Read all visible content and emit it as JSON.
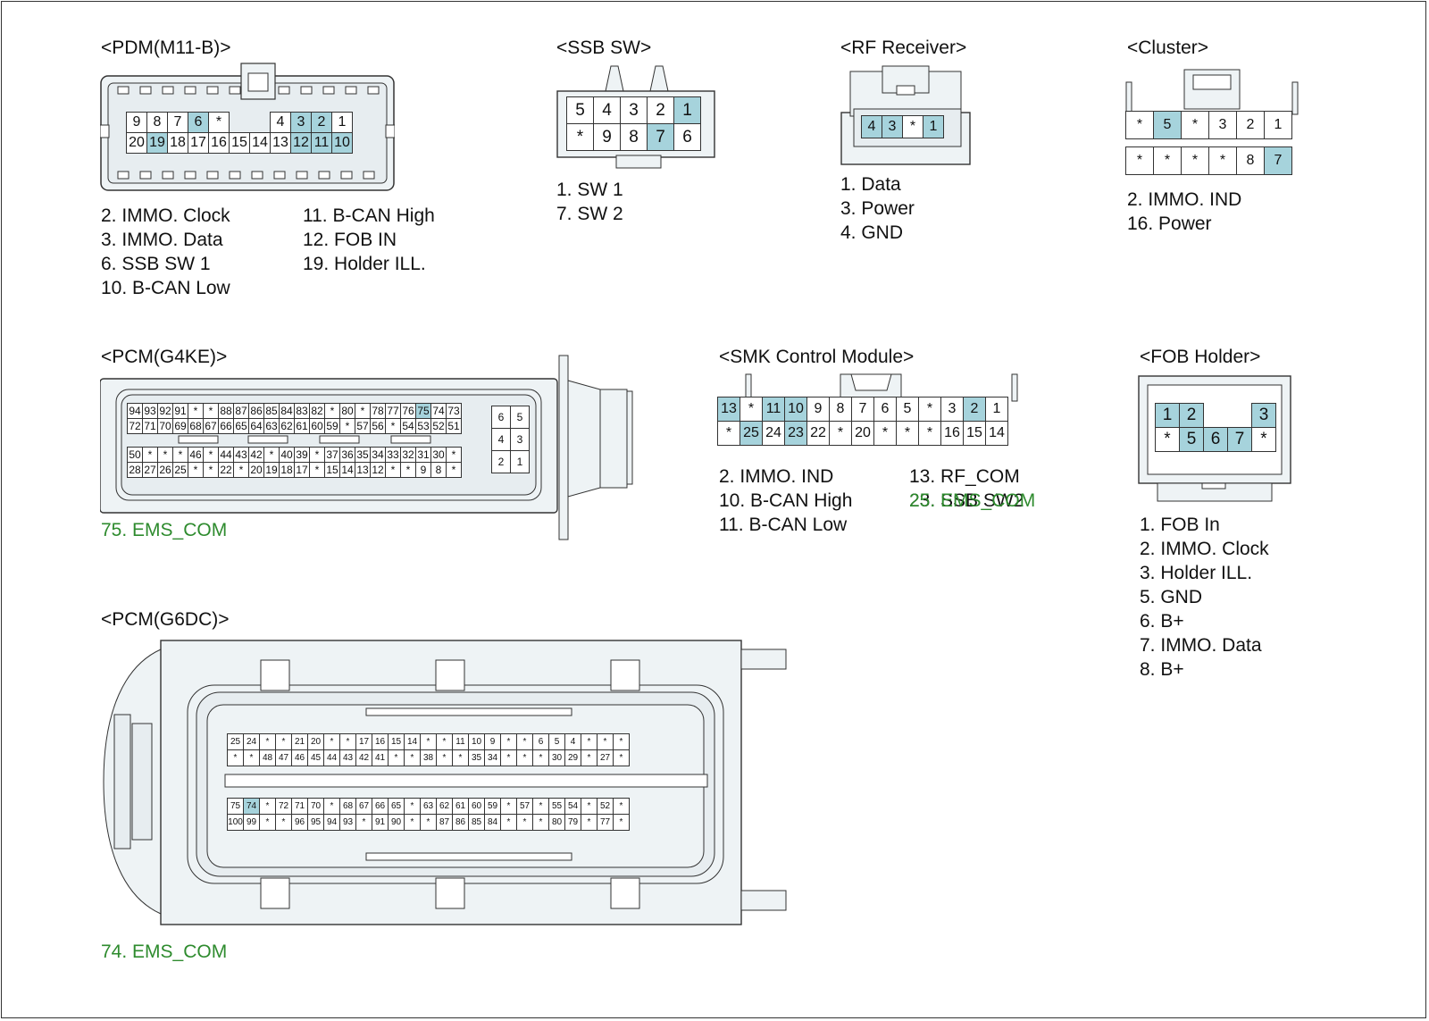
{
  "pdm": {
    "title": "<PDM(M11-B)>",
    "row1": [
      "9",
      "8",
      "7",
      "6",
      "*",
      "",
      "",
      "4",
      "3",
      "2",
      "1"
    ],
    "row2": [
      "20",
      "19",
      "18",
      "17",
      "16",
      "15",
      "14",
      "13",
      "12",
      "11",
      "10"
    ],
    "highlight": [
      "6",
      "3",
      "2",
      "19",
      "12",
      "11",
      "10"
    ],
    "pins_left": [
      "2. IMMO. Clock",
      "3. IMMO. Data",
      "6. SSB SW 1",
      "10. B-CAN Low"
    ],
    "pins_right": [
      "11. B-CAN High",
      "12. FOB IN",
      "19. Holder ILL."
    ]
  },
  "ssb": {
    "title": "<SSB SW>",
    "row1": [
      "5",
      "4",
      "3",
      "2",
      "1"
    ],
    "row2": [
      "*",
      "9",
      "8",
      "7",
      "6"
    ],
    "highlight": [
      "1",
      "7"
    ],
    "pins": [
      "1. SW 1",
      "7. SW 2"
    ]
  },
  "rf": {
    "title": "<RF Receiver>",
    "row1": [
      "4",
      "3",
      "*",
      "1"
    ],
    "highlight": [
      "4",
      "3",
      "1"
    ],
    "pins": [
      "1. Data",
      "3. Power",
      "4. GND"
    ]
  },
  "cluster": {
    "title": "<Cluster>",
    "row1": [
      "*",
      "5",
      "*",
      "3",
      "2",
      "1"
    ],
    "row2": [
      "*",
      "*",
      "*",
      "*",
      "8",
      "7"
    ],
    "highlight": [
      "5",
      "7"
    ],
    "pins": [
      "2. IMMO. IND",
      "16. Power"
    ]
  },
  "pcm_g4ke": {
    "title": "<PCM(G4KE)>",
    "row1": [
      "94",
      "93",
      "92",
      "91",
      "*",
      "*",
      "88",
      "87",
      "86",
      "85",
      "84",
      "83",
      "82",
      "*",
      "80",
      "*",
      "78",
      "77",
      "76",
      "75",
      "74",
      "73"
    ],
    "row2": [
      "72",
      "71",
      "70",
      "69",
      "68",
      "67",
      "66",
      "65",
      "64",
      "63",
      "62",
      "61",
      "60",
      "59",
      "*",
      "57",
      "56",
      "*",
      "54",
      "53",
      "52",
      "51"
    ],
    "row3": [
      "50",
      "*",
      "*",
      "*",
      "46",
      "*",
      "44",
      "43",
      "42",
      "*",
      "40",
      "39",
      "*",
      "37",
      "36",
      "35",
      "34",
      "33",
      "32",
      "31",
      "30",
      "*"
    ],
    "row4": [
      "28",
      "27",
      "26",
      "25",
      "*",
      "*",
      "22",
      "*",
      "20",
      "19",
      "18",
      "17",
      "*",
      "15",
      "14",
      "13",
      "12",
      "*",
      "*",
      "9",
      "8",
      "*"
    ],
    "side": [
      [
        "6",
        "5"
      ],
      [
        "4",
        "3"
      ],
      [
        "2",
        "1"
      ]
    ],
    "highlight": [
      "75"
    ],
    "pins": [
      "75. EMS_COM"
    ]
  },
  "smk": {
    "title": "<SMK Control Module>",
    "row1": [
      "13",
      "*",
      "11",
      "10",
      "9",
      "8",
      "7",
      "6",
      "5",
      "*",
      "3",
      "2",
      "1"
    ],
    "row2": [
      "*",
      "25",
      "24",
      "23",
      "22",
      "*",
      "20",
      "*",
      "*",
      "*",
      "16",
      "15",
      "14"
    ],
    "highlight": [
      "13",
      "11",
      "10",
      "2",
      "25",
      "23"
    ],
    "pins_left": [
      "2. IMMO. IND",
      "10. B-CAN High",
      "11. B-CAN Low"
    ],
    "pins_right": [
      "13. RF_COM",
      "23. SSB SW2"
    ],
    "pins_right_green": "25. EMS_COM"
  },
  "fob": {
    "title": "<FOB Holder>",
    "row1": [
      "1",
      "2",
      "",
      "",
      "3"
    ],
    "row2": [
      "*",
      "5",
      "6",
      "7",
      "*"
    ],
    "highlight": [
      "1",
      "2",
      "3",
      "5",
      "6",
      "7"
    ],
    "pins": [
      "1. FOB In",
      "2. IMMO. Clock",
      "3. Holder  ILL.",
      "5. GND",
      "6. B+",
      "7. IMMO. Data",
      "8. B+"
    ]
  },
  "pcm_g6dc": {
    "title": "<PCM(G6DC)>",
    "row1": [
      "25",
      "24",
      "*",
      "*",
      "21",
      "20",
      "*",
      "*",
      "17",
      "16",
      "15",
      "14",
      "*",
      "*",
      "11",
      "10",
      "9",
      "*",
      "*",
      "6",
      "5",
      "4",
      "*",
      "*",
      "*"
    ],
    "row2": [
      "*",
      "*",
      "48",
      "47",
      "46",
      "45",
      "44",
      "43",
      "42",
      "41",
      "*",
      "*",
      "38",
      "*",
      "*",
      "35",
      "34",
      "*",
      "*",
      "*",
      "30",
      "29",
      "*",
      "27",
      "*"
    ],
    "row3": [
      "75",
      "74",
      "*",
      "72",
      "71",
      "70",
      "*",
      "68",
      "67",
      "66",
      "65",
      "*",
      "63",
      "62",
      "61",
      "60",
      "59",
      "*",
      "57",
      "*",
      "55",
      "54",
      "*",
      "52",
      "*"
    ],
    "row4": [
      "100",
      "99",
      "*",
      "*",
      "96",
      "95",
      "94",
      "93",
      "*",
      "91",
      "90",
      "*",
      "*",
      "87",
      "86",
      "85",
      "84",
      "*",
      "*",
      "*",
      "80",
      "79",
      "*",
      "77",
      "*"
    ],
    "highlight": [
      "74"
    ],
    "pins": [
      "74. EMS_COM"
    ]
  }
}
